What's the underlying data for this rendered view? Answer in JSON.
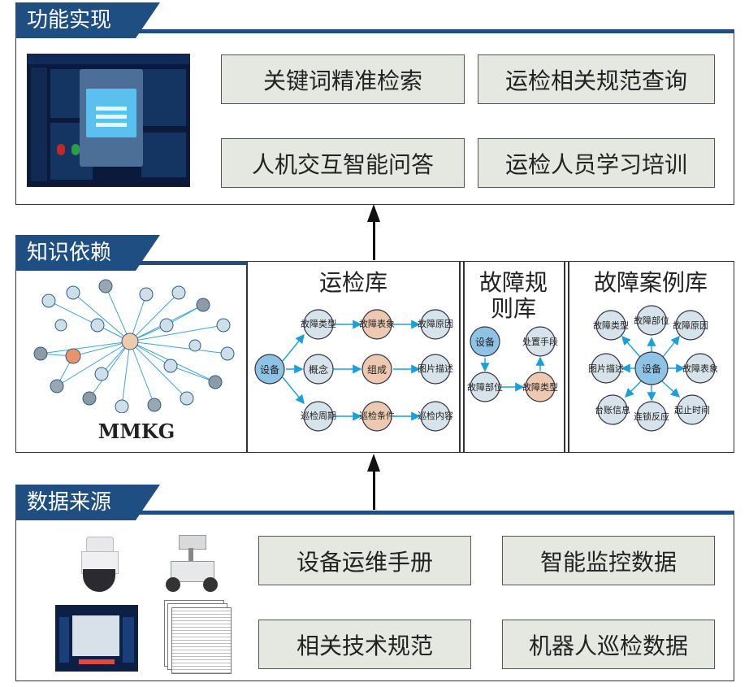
{
  "sections": {
    "function": {
      "title": "功能实现",
      "items": [
        "关键词精准检索",
        "运检相关规范查询",
        "人机交互智能问答",
        "运检人员学习培训"
      ]
    },
    "knowledge": {
      "title": "知识依赖",
      "mmkg_label": "MMKG",
      "yunjian": {
        "title": "运检库",
        "nodes": {
          "device": "设备",
          "fault_type": "故障类型",
          "fault_symptom": "故障表象",
          "fault_cause": "故障原因",
          "concept": "概念",
          "composition": "组成",
          "image_desc": "图片描述",
          "patrol_cycle": "巡检周期",
          "patrol_cond": "巡检条件",
          "patrol_content": "巡检内容"
        }
      },
      "rule": {
        "title_line1": "故障规",
        "title_line2": "则库",
        "nodes": {
          "device": "设备",
          "handling": "处置手段",
          "fault_part": "故障部位",
          "fault_type": "故障类型"
        }
      },
      "case": {
        "title": "故障案例库",
        "nodes": {
          "device": "设备",
          "fault_type": "故障类型",
          "fault_part": "故障部位",
          "fault_cause": "故障原因",
          "image_desc": "图片描述",
          "fault_symptom": "故障表象",
          "ledger": "台账信息",
          "chain": "连锁反应",
          "time": "起止时间"
        }
      }
    },
    "data": {
      "title": "数据来源",
      "items": [
        "设备运维手册",
        "智能监控数据",
        "相关技术规范",
        "机器人巡检数据"
      ]
    }
  },
  "colors": {
    "tab": "#1f4f82",
    "blue_node": "#8fc3e6",
    "light_node": "#d6e3ea",
    "peach_node": "#ecc9b0",
    "edge": "#1aa0d8",
    "gray_box": "#e4e8e0"
  }
}
